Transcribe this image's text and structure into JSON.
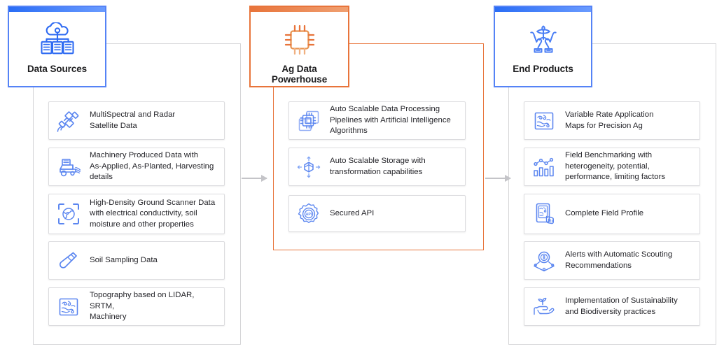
{
  "diagram": {
    "title": "Ag Data Powerhouse pipeline",
    "colors": {
      "blue_accent": "#2a6df5",
      "blue_light": "#6a9bff",
      "orange_accent": "#e8743b",
      "orange_light": "#f0a071",
      "card_border": "#dcdcdf",
      "container_border": "#d5d5d7",
      "text": "#26262b",
      "arrow": "#c4c4c8"
    },
    "columns": [
      {
        "id": "data-sources",
        "header": {
          "title": "Data Sources",
          "icon": "cloud-servers-icon",
          "accent": "#2a6df5"
        },
        "items": [
          {
            "icon": "satellite-icon",
            "label": "MultiSpectral and Radar\nSatellite Data"
          },
          {
            "icon": "combine-harvester-icon",
            "label": "Machinery Produced Data with\nAs-Applied, As-Planted, Harvesting\ndetails"
          },
          {
            "icon": "globe-scan-icon",
            "label": "High-Density Ground Scanner Data\nwith electrical conductivity, soil\nmoisture and other properties"
          },
          {
            "icon": "test-tube-icon",
            "label": "Soil Sampling Data"
          },
          {
            "icon": "topography-map-icon",
            "label": "Topography based on LIDAR, SRTM,\nMachinery"
          }
        ]
      },
      {
        "id": "ag-data-powerhouse",
        "header": {
          "title": "Ag Data\nPowerhouse",
          "icon": "cpu-chip-icon",
          "accent": "#e8743b"
        },
        "items": [
          {
            "icon": "processor-stack-icon",
            "label": "Auto Scalable Data Processing\nPipelines with Artificial Intelligence\nAlgorithms"
          },
          {
            "icon": "cube-transform-icon",
            "label": "Auto Scalable Storage with\ntransformation capabilities"
          },
          {
            "icon": "api-gear-icon",
            "label": "Secured API"
          }
        ]
      },
      {
        "id": "end-products",
        "header": {
          "title": "End Products",
          "icon": "hands-sprout-icon",
          "accent": "#2a6df5"
        },
        "items": [
          {
            "icon": "topography-map-icon",
            "label": "Variable Rate Application\nMaps for Precision Ag"
          },
          {
            "icon": "chart-benchmark-icon",
            "label": "Field Benchmarking with\nheterogeneity, potential,\nperformance, limiting factors"
          },
          {
            "icon": "field-profile-icon",
            "label": "Complete Field Profile"
          },
          {
            "icon": "alert-scouting-icon",
            "label": "Alerts with Automatic Scouting\nRecommendations"
          },
          {
            "icon": "hand-sprout-icon",
            "label": "Implementation of Sustainability\nand Biodiversity practices"
          }
        ]
      }
    ],
    "connectors": [
      {
        "id": "arrow-sources-to-platform",
        "icon": "arrow-right-icon"
      },
      {
        "id": "arrow-platform-to-products",
        "icon": "arrow-right-icon"
      }
    ]
  }
}
